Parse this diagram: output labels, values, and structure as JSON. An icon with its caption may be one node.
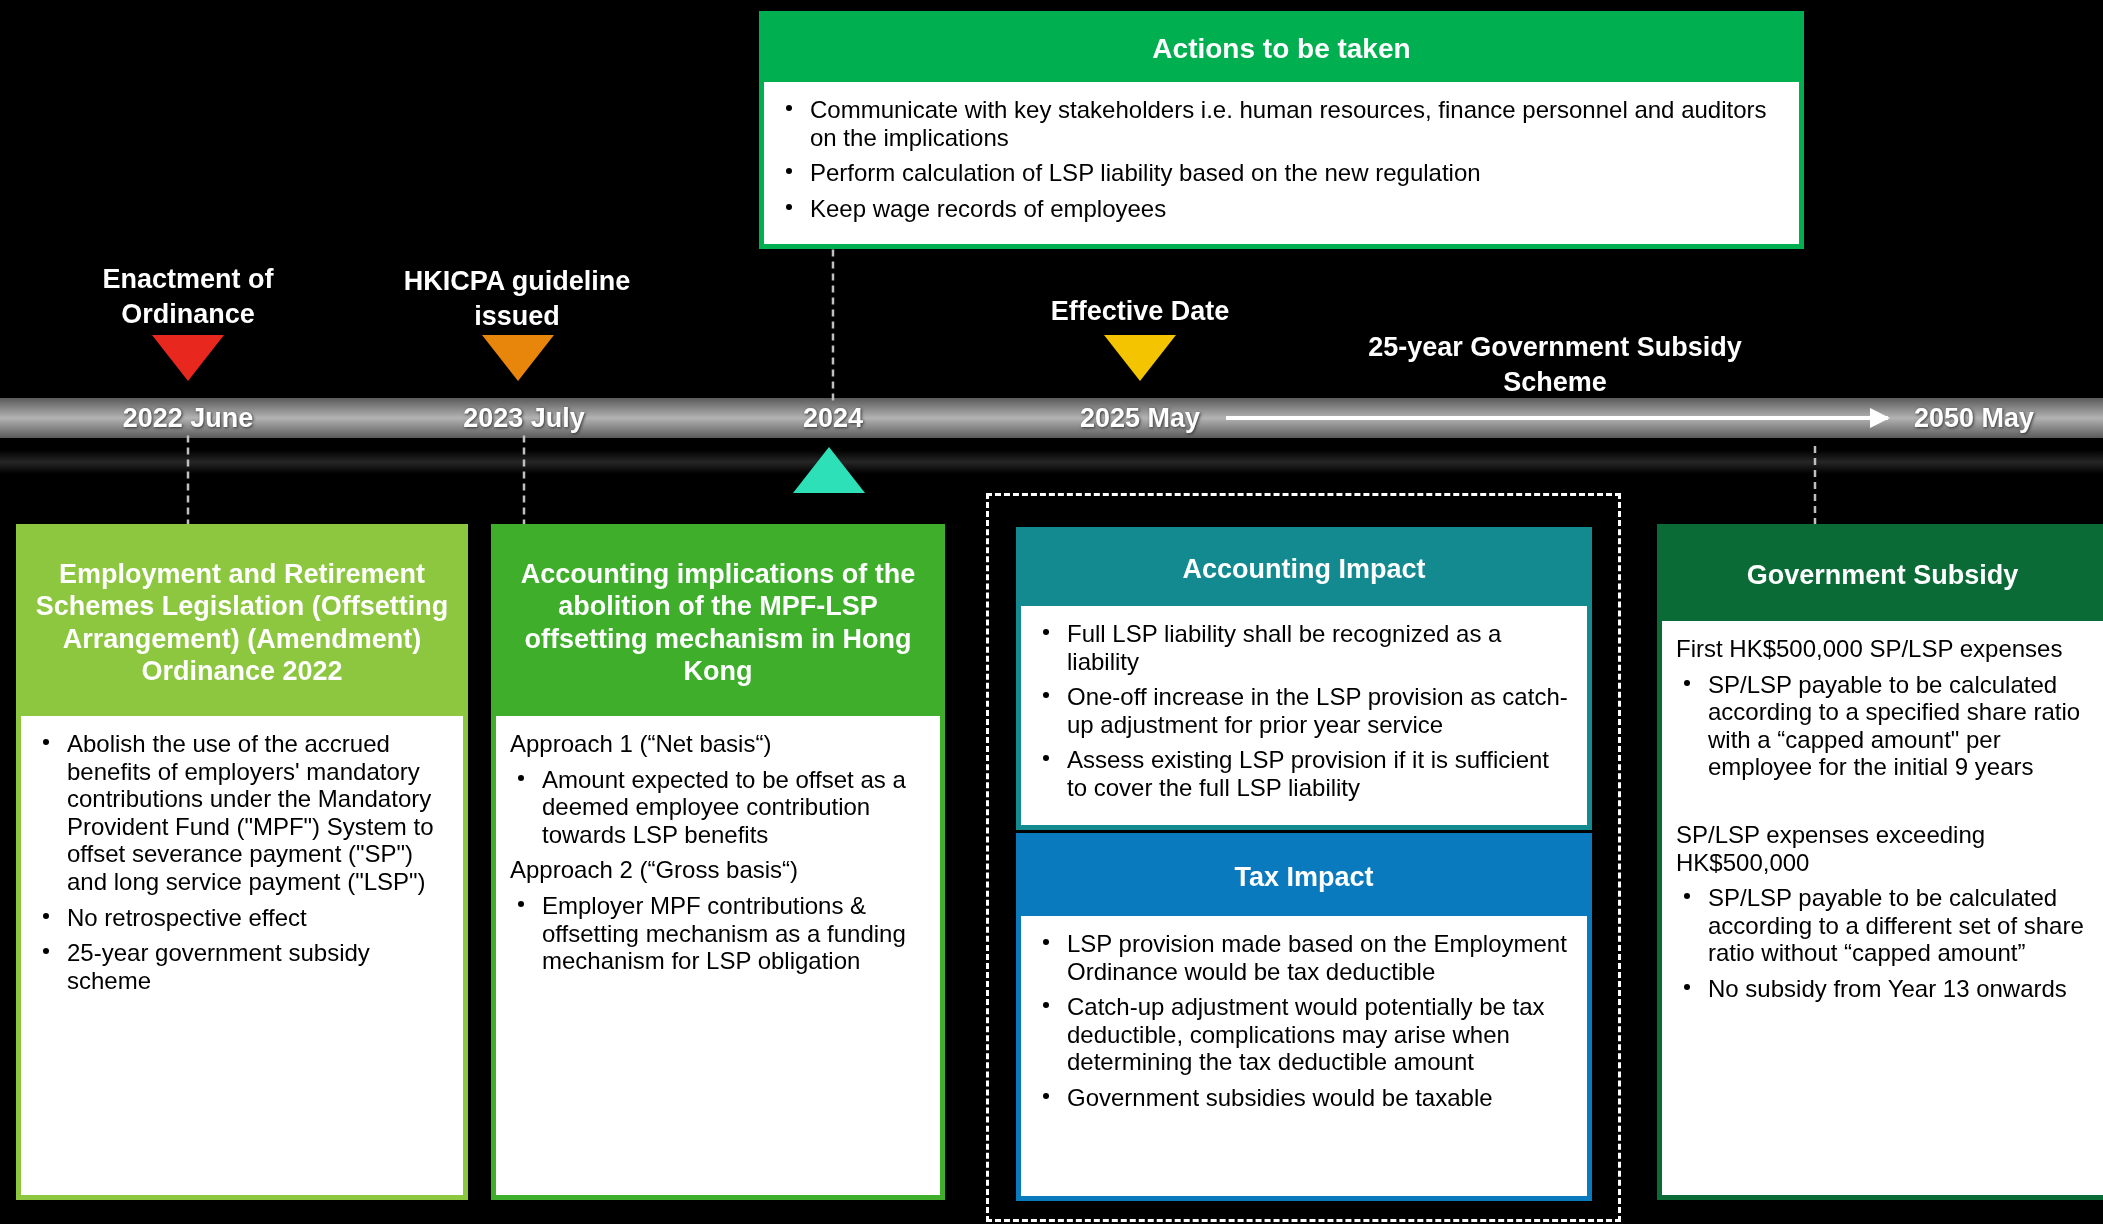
{
  "diagram": {
    "nodes": [
      {
        "text": [
          "Actions to be taken",
          "Communicate with key stakeholders i.e. human resources, finance personnel and auditors on the implications",
          "Perform calculation of LSP liability based on the new regulation",
          "Keep wage records of employees"
        ]
      },
      {
        "text": [
          "2022 June"
        ]
      },
      {
        "text": [
          "2023 July"
        ]
      },
      {
        "text": [
          "2024"
        ]
      },
      {
        "text": [
          "2025 May"
        ]
      },
      {
        "text": [
          "2050 May"
        ]
      },
      {
        "text": [
          "Employment and Retirement Schemes Legislation (Offsetting Arrangement) (Amendment) Ordinance 2022",
          "Abolish the use of the accrued benefits of employers' mandatory contributions under the Mandatory Provident Fund (\"MPF\") System to offset severance payment (\"SP\") and long service payment (\"LSP\")",
          "No retrospective effect",
          "25-year government subsidy scheme"
        ]
      },
      {
        "text": [
          "Accounting implications of the abolition of the MPF-LSP offsetting mechanism in Hong Kong",
          "Approach 1  (“Net basis“)",
          "Amount expected to be offset as a deemed employee contribution towards LSP benefits",
          "Approach 2 (“Gross basis“)",
          "Employer MPF contributions & offsetting mechanism as a funding mechanism for LSP obligation"
        ]
      },
      {
        "text": [],
        "shape": "box"
      },
      {
        "text": [
          "Accounting Impact",
          "Full LSP liability shall be recognized as a liability",
          "One-off increase in the LSP provision as catch-up adjustment for prior year service",
          "Assess existing LSP provision if it is sufficient to cover the full LSP liability"
        ],
        "in": 8
      },
      {
        "text": [
          "Tax Impact",
          "LSP provision made based on the Employment Ordinance would be tax deductible",
          "Catch-up adjustment would potentially be tax deductible, complications may arise when determining the tax deductible amount",
          "Government subsidies would be taxable"
        ],
        "in": 8
      },
      {
        "text": [
          "Government Subsidy",
          "First HK$500,000 SP/LSP expenses",
          "SP/LSP payable to be calculated according to a specified share ratio with a “capped amount\" per employee for the initial 9 years",
          "SP/LSP expenses exceeding HK$500,000",
          "SP/LSP payable to be calculated according to a different set of share ratio without “capped amount”",
          "No subsidy from Year 13 onwards"
        ]
      }
    ],
    "edges": [
      {
        "from": 1,
        "to": 6,
        "arrow": "none",
        "style": "dashed"
      },
      {
        "from": 2,
        "to": 7,
        "arrow": "none",
        "style": "dashed"
      },
      {
        "from": 3,
        "to": 0,
        "arrow": "none",
        "style": "dashed"
      },
      {
        "from": 4,
        "to": 5,
        "arrow": "to",
        "color": "#ffffff"
      },
      {
        "from": null,
        "to": 11,
        "arrow": "none",
        "style": "dashed"
      }
    ],
    "labels": [
      "Enactment of Ordinance",
      "HKICPA guideline issued",
      "Effective Date",
      "25-year Government Subsidy Scheme"
    ]
  }
}
